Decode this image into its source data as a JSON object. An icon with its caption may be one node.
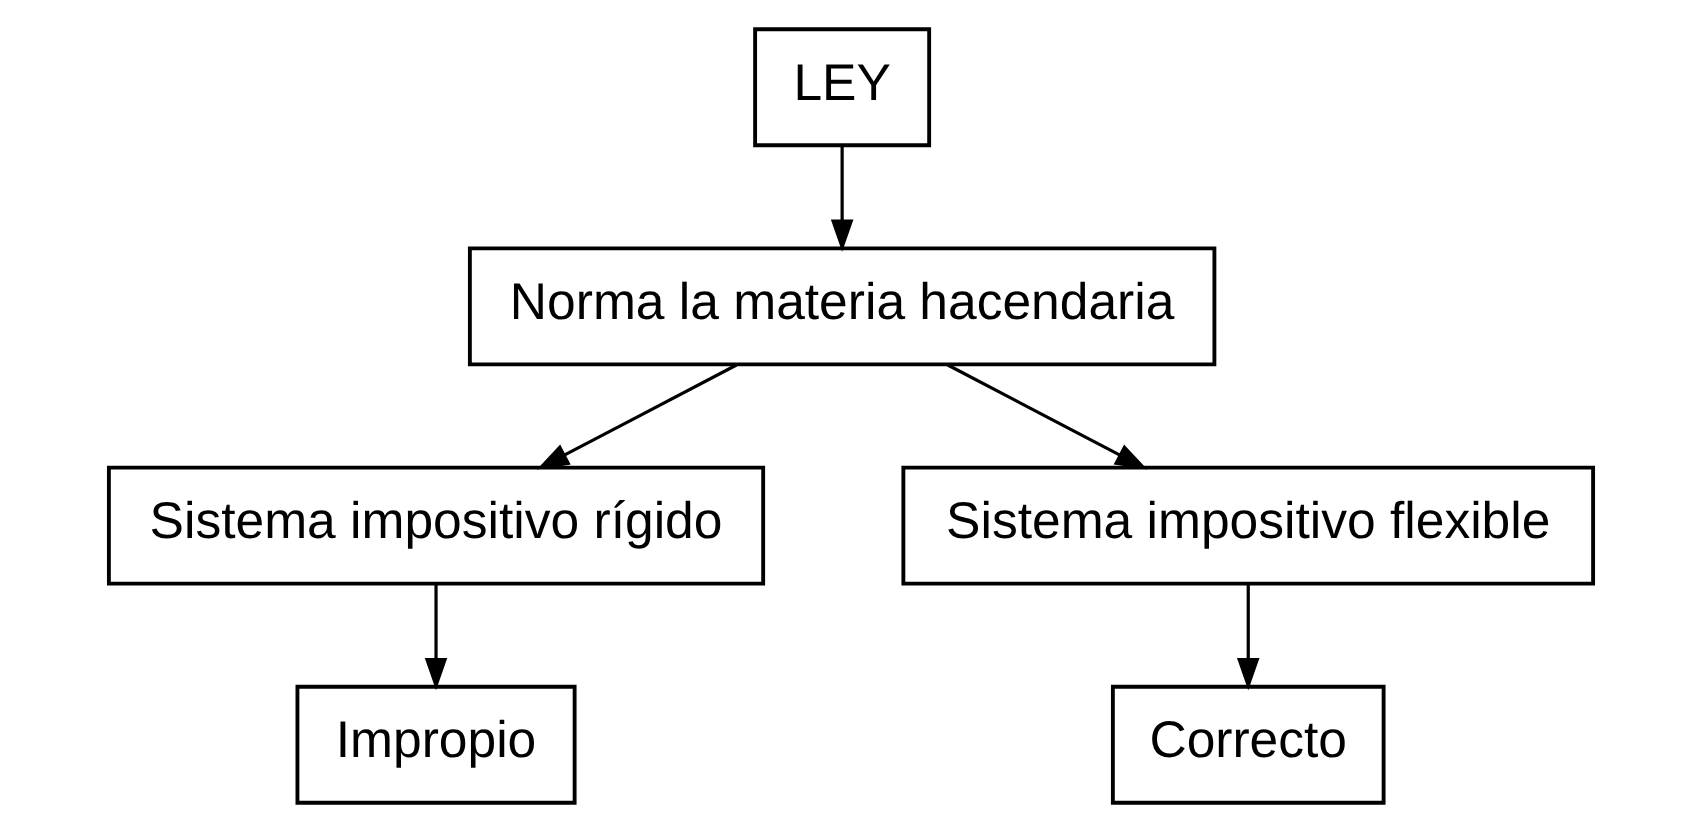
{
  "diagram": {
    "nodes": [
      {
        "text": [
          "LEY"
        ]
      },
      {
        "text": [
          "Norma la materia hacendaria"
        ]
      },
      {
        "text": [
          "Sistema impositivo rígido"
        ]
      },
      {
        "text": [
          "Sistema impositivo flexible"
        ]
      },
      {
        "text": [
          "Impropio"
        ]
      },
      {
        "text": [
          "Correcto"
        ]
      }
    ],
    "edges": [
      {
        "from": 0,
        "to": 1,
        "arrow": "to"
      },
      {
        "from": 1,
        "to": 2,
        "arrow": "to"
      },
      {
        "from": 1,
        "to": 3,
        "arrow": "to"
      },
      {
        "from": 2,
        "to": 4,
        "arrow": "to"
      },
      {
        "from": 3,
        "to": 5,
        "arrow": "to"
      }
    ]
  }
}
